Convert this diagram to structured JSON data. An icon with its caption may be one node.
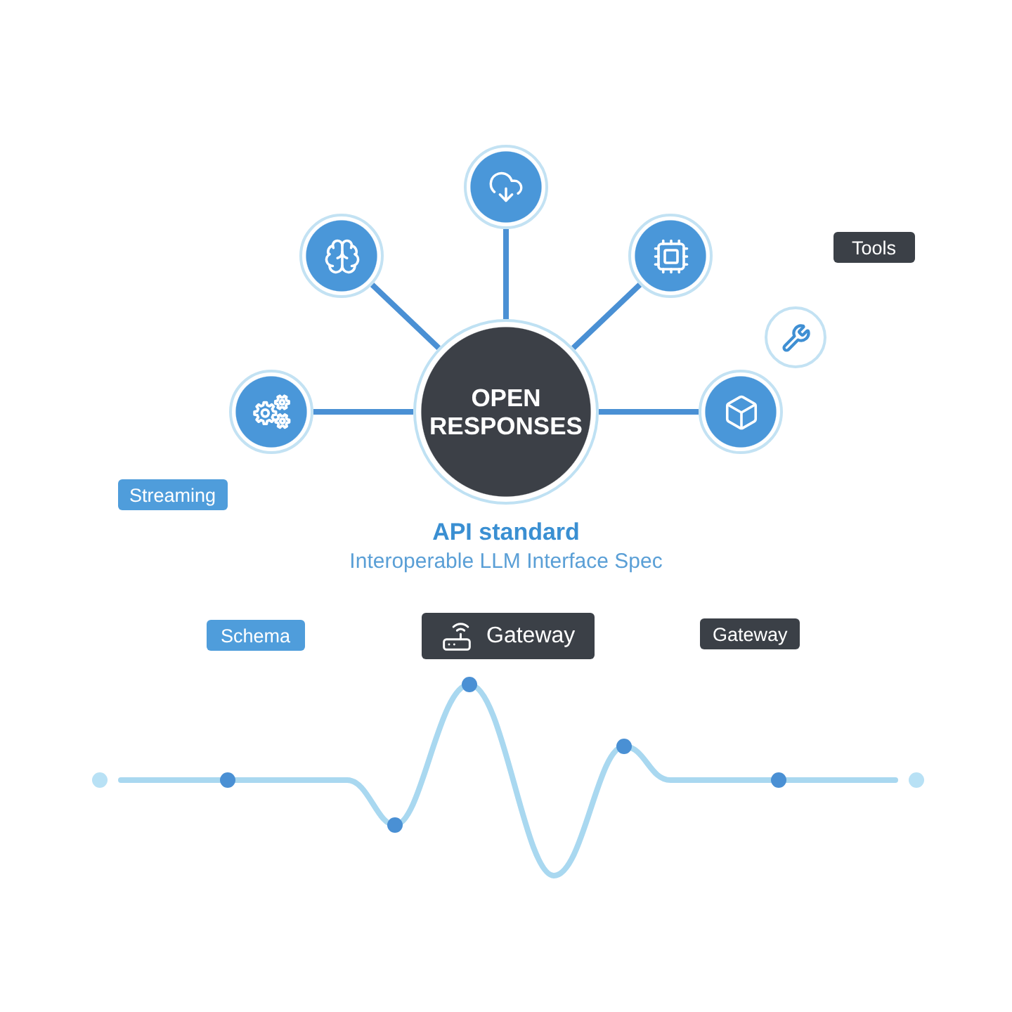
{
  "diagram": {
    "nodes": [
      {
        "text": [],
        "shape": "circle"
      },
      {
        "text": [
          "Tools"
        ]
      },
      {
        "text": [],
        "shape": "circle"
      },
      {
        "text": [],
        "shape": "circle"
      },
      {
        "text": [],
        "shape": "circle"
      },
      {
        "text": [],
        "shape": "circle"
      },
      {
        "text": [
          "OPEN RESPONSES"
        ],
        "beside": [
          "API standard",
          "Interoperable LLM Interface Spec"
        ]
      },
      {
        "text": [],
        "shape": "circle"
      },
      {
        "text": [
          "Streaming"
        ]
      },
      {
        "text": [
          "Schema"
        ]
      },
      {
        "text": [
          "Gateway"
        ]
      },
      {
        "text": [
          "Gateway"
        ]
      }
    ],
    "edges": [
      {
        "from": 6,
        "to": 0,
        "arrow": "none"
      },
      {
        "from": 6,
        "to": 2,
        "arrow": "none"
      },
      {
        "from": 6,
        "to": 3,
        "arrow": "none"
      },
      {
        "from": 6,
        "to": 5,
        "arrow": "none"
      },
      {
        "from": 6,
        "to": 7,
        "arrow": "none"
      }
    ]
  }
}
